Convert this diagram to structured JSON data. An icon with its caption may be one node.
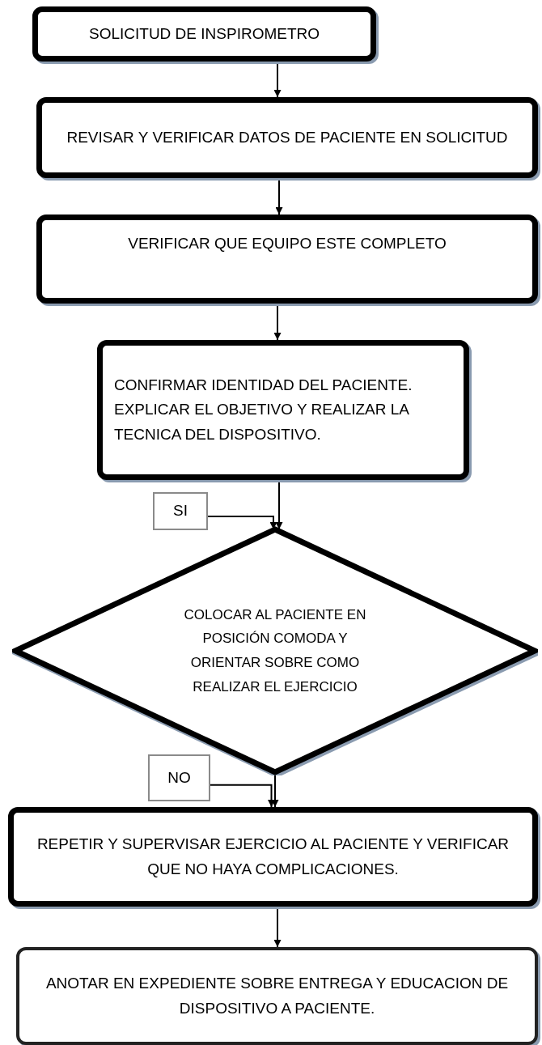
{
  "diagram": {
    "nodes": [
      {
        "text": [
          "SOLICITUD DE INSPIROMETRO"
        ]
      },
      {
        "text": [
          "REVISAR Y VERIFICAR DATOS DE PACIENTE EN SOLICITUD"
        ]
      },
      {
        "text": [
          "VERIFICAR QUE EQUIPO ESTE COMPLETO"
        ]
      },
      {
        "text": [
          "CONFIRMAR IDENTIDAD DEL PACIENTE. EXPLICAR EL OBJETIVO Y REALIZAR LA TECNICA DEL DISPOSITIVO."
        ]
      },
      {
        "text": [
          "SI"
        ]
      },
      {
        "text": [
          "COLOCAR AL PACIENTE EN POSICIÓN COMODA Y ORIENTAR SOBRE COMO REALIZAR EL EJERCICIO"
        ]
      },
      {
        "text": [
          "NO"
        ]
      },
      {
        "text": [
          "REPETIR Y SUPERVISAR EJERCICIO AL PACIENTE Y VERIFICAR QUE NO HAYA COMPLICACIONES."
        ]
      },
      {
        "text": [
          "ANOTAR EN EXPEDIENTE SOBRE ENTREGA Y EDUCACION DE DISPOSITIVO A PACIENTE."
        ]
      }
    ],
    "edges": [
      {
        "from": 0,
        "to": 1,
        "arrow": "to"
      },
      {
        "from": 1,
        "to": 2,
        "arrow": "to"
      },
      {
        "from": 2,
        "to": 3,
        "arrow": "to"
      },
      {
        "from": 3,
        "to": 5,
        "arrow": "to"
      },
      {
        "from": 4,
        "to": 5,
        "arrow": "to"
      },
      {
        "from": 5,
        "to": 7,
        "arrow": "to"
      },
      {
        "from": 6,
        "to": 7,
        "arrow": "to"
      },
      {
        "from": 7,
        "to": 8,
        "arrow": "to"
      }
    ]
  }
}
